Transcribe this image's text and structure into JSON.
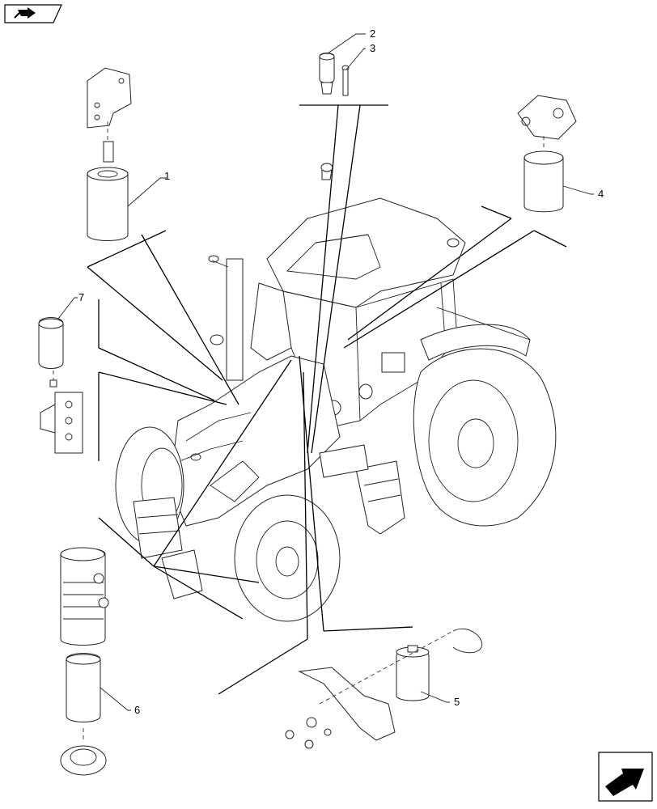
{
  "diagram": {
    "callouts": [
      {
        "id": "1",
        "label": "1"
      },
      {
        "id": "2",
        "label": "2"
      },
      {
        "id": "3",
        "label": "3"
      },
      {
        "id": "4",
        "label": "4"
      },
      {
        "id": "5",
        "label": "5"
      },
      {
        "id": "6",
        "label": "6"
      },
      {
        "id": "7",
        "label": "7"
      }
    ],
    "icons": {
      "top_left": "book-arrow-icon",
      "bottom_right": "next-page-arrow-icon"
    }
  }
}
